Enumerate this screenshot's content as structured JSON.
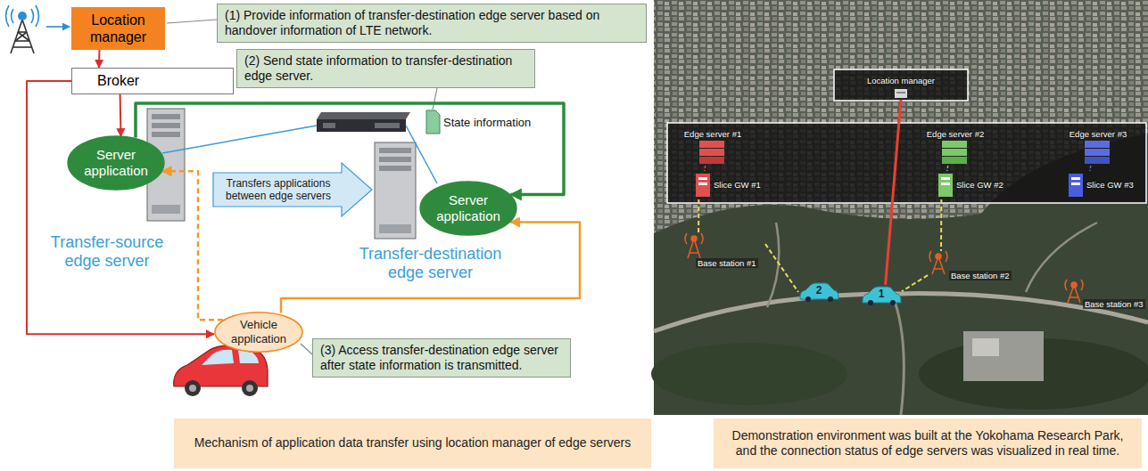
{
  "diagram": {
    "nodes": [
      {
        "text": [
          "Location manager"
        ]
      },
      {
        "text": [
          "(1) Provide information of transfer-destination edge server based on handover information of LTE network."
        ]
      },
      {
        "text": [
          "Broker"
        ]
      },
      {
        "text": [
          "(2) Send state information to transfer-destination edge server."
        ]
      },
      {
        "text": [
          "Server application"
        ]
      },
      {
        "text": [
          "Transfers applications between edge servers"
        ]
      },
      {
        "text": [
          "Server application"
        ]
      },
      {
        "text": [
          "Vehicle application"
        ]
      },
      {
        "text": [
          "(3) Access transfer-destination edge server after state information is transmitted."
        ]
      },
      {
        "text": [
          "Mechanism of application data transfer using location manager of edge servers"
        ]
      },
      {
        "text": [
          "Location manager"
        ]
      },
      {
        "text": [
          "Edge server #1"
        ]
      },
      {
        "text": [
          "Slice GW #1"
        ]
      },
      {
        "text": [
          "Edge server #2"
        ]
      },
      {
        "text": [
          "Slice GW #2"
        ]
      },
      {
        "text": [
          "Edge server #3"
        ]
      },
      {
        "text": [
          "Slice GW #3"
        ]
      },
      {
        "text": [
          "Base station #1"
        ]
      },
      {
        "text": [
          "Base station #2"
        ]
      },
      {
        "text": [
          "Base station #3"
        ]
      },
      {
        "text": [
          "2"
        ]
      },
      {
        "text": [
          "1"
        ]
      },
      {
        "text": [
          "Demonstration environment was built at the Yokohama Research Park, and the connection status of edge servers was visualized in real time."
        ]
      }
    ],
    "edges": [
      {
        "from": 0,
        "to": 2,
        "arrow": "to"
      },
      {
        "from": 2,
        "to": 4,
        "arrow": "to"
      },
      {
        "from": 2,
        "to": 7,
        "arrow": "to"
      },
      {
        "from": 4,
        "to": 6,
        "arrow": "to"
      },
      {
        "from": 7,
        "to": 6,
        "arrow": "to"
      },
      {
        "from": 7,
        "to": 4,
        "arrow": "to"
      },
      {
        "from": 10,
        "to": 21,
        "arrow": "none"
      },
      {
        "from": 11,
        "to": 12,
        "arrow": "none"
      },
      {
        "from": 12,
        "to": 17,
        "arrow": "none"
      },
      {
        "from": 17,
        "to": 20,
        "arrow": "none"
      },
      {
        "from": 13,
        "to": 14,
        "arrow": "none"
      },
      {
        "from": 14,
        "to": 18,
        "arrow": "none"
      },
      {
        "from": 18,
        "to": 21,
        "arrow": "none"
      },
      {
        "from": 15,
        "to": 16,
        "arrow": "none"
      }
    ],
    "labels": [
      "State information",
      "Transfer-source edge server",
      "Transfer-destination edge server"
    ]
  }
}
